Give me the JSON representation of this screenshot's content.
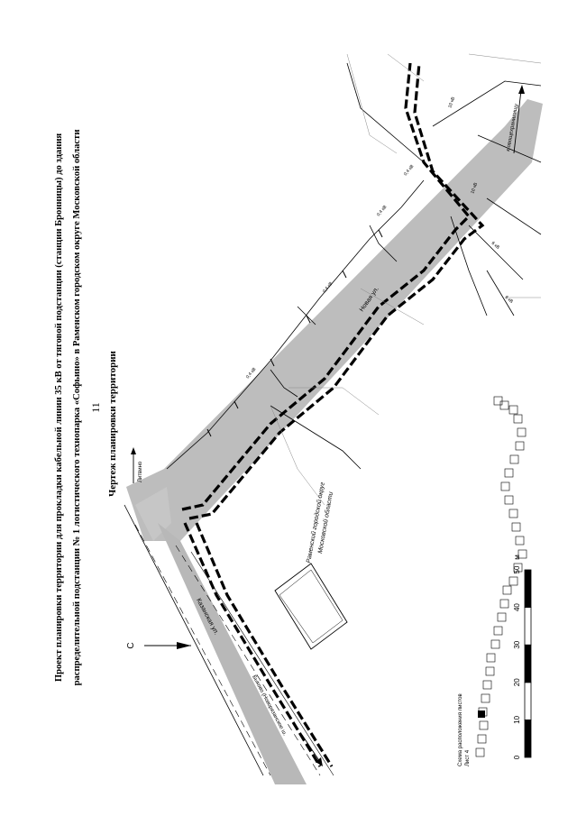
{
  "page_number": "11",
  "title_lines": [
    "Проект планировки территории для прокладки кабельной линии 35 кВ от тяговой подстанции (станции Бронницы) до здания",
    "распределительной подстанции № 1 логистического технопарка «Софьино» в Раменском городском округе Московской области"
  ],
  "drawing_title": "Чертеж планировки территории",
  "north_arrow_label": "С",
  "labels": {
    "novaya_street": "Новая ул.",
    "kazanskaya_street": "Казанская ул.",
    "bykovo_highway": "Быково (Новорязанское ш.",
    "to_direction": "Литвино",
    "to_ovoshchehranilishche": "к овощехранилищу",
    "district_line1": "Раменский городской округ",
    "district_line2": "Московской области"
  },
  "scale_bar": {
    "ticks": [
      "0",
      "10",
      "20",
      "30",
      "40",
      "50"
    ],
    "unit": "м"
  },
  "sheet_layout": {
    "title": "Схема расположения листов",
    "current_sheet": "Лист 4"
  },
  "line_labels": [
    "0,4 кВ",
    "0,4 кВ",
    "0,4 кВ",
    "0,4 кВ",
    "6 кВ",
    "6 кВ",
    "10 кВ",
    "10 кВ"
  ]
}
